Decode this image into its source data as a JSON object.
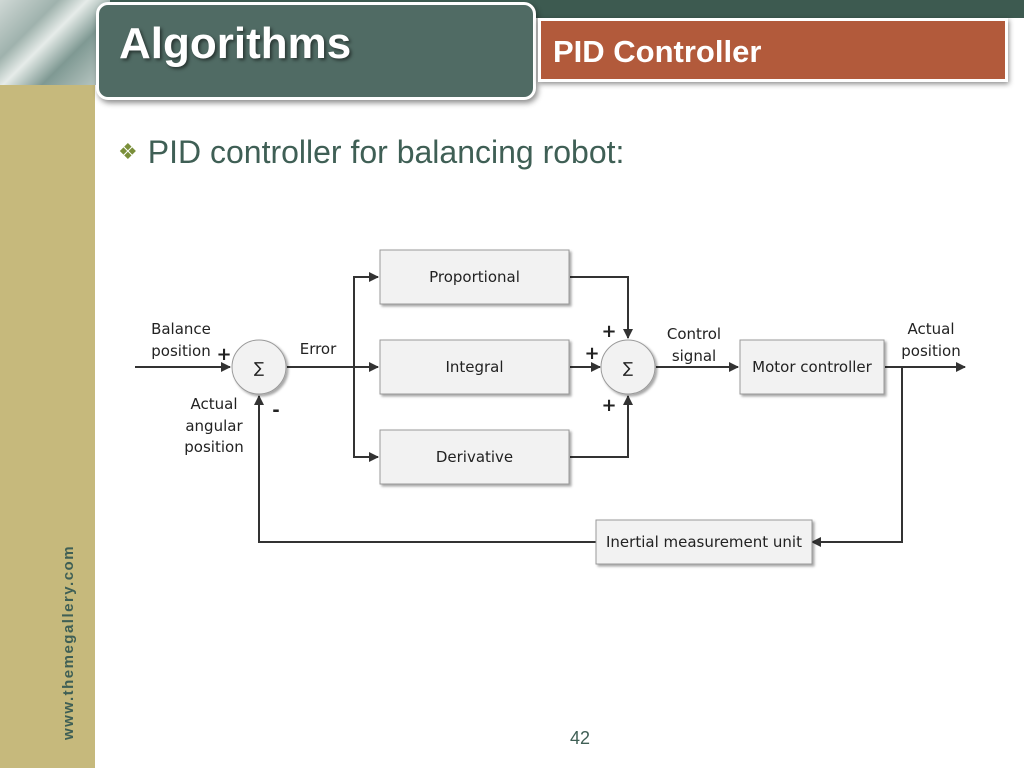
{
  "header": {
    "title": "Algorithms",
    "subtitle": "PID Controller"
  },
  "bullet": {
    "icon": "diamond-bullet-icon",
    "text": "PID controller for balancing robot:"
  },
  "sidebar": {
    "website": "www.themegallery.com"
  },
  "diagram": {
    "blocks": {
      "proportional": "Proportional",
      "integral": "Integral",
      "derivative": "Derivative",
      "motor": "Motor controller",
      "imu": "Inertial measurement unit"
    },
    "sum_symbol": "∑",
    "labels": {
      "balance_line1": "Balance",
      "balance_line2": "position",
      "error": "Error",
      "actual_angular_line1": "Actual",
      "actual_angular_line2": "angular",
      "actual_angular_line3": "position",
      "control_line1": "Control",
      "control_line2": "signal",
      "actual_line1": "Actual",
      "actual_line2": "position"
    },
    "signs": {
      "sum1_plus": "+",
      "sum1_minus": "-",
      "sum2_top": "+",
      "sum2_left": "+",
      "sum2_bottom": "+"
    }
  },
  "footer": {
    "page_number": "42"
  },
  "colors": {
    "dark_green": "#506b64",
    "accent_orange": "#b25a3b",
    "side_strip": "#c6b97c",
    "bullet": "#7a8f3a"
  }
}
